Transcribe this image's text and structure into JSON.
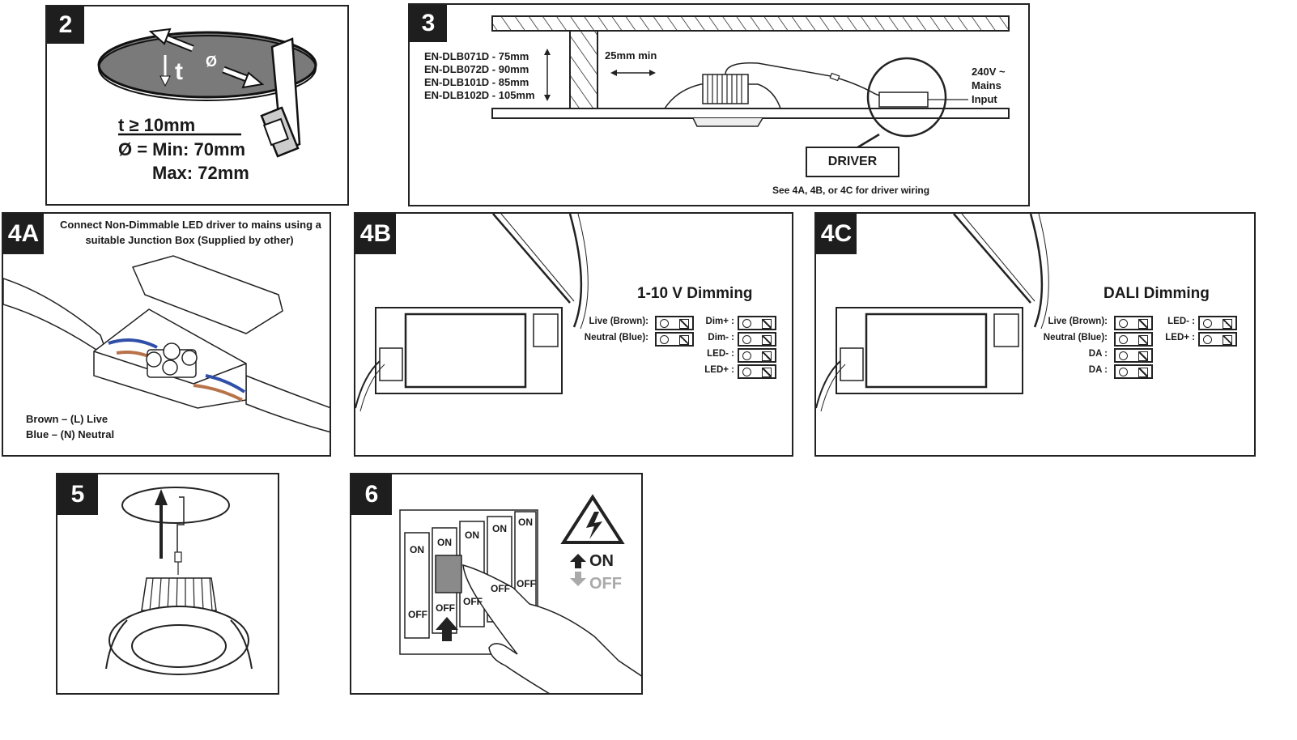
{
  "panel2": {
    "badge": "2",
    "t_symbol": "t",
    "dia_symbol": "Ø",
    "t_spec": "t ≥ 10mm",
    "dia_min": "Ø = Min: 70mm",
    "dia_max": "Max: 72mm"
  },
  "panel3": {
    "badge": "3",
    "models": [
      "EN-DLB071D - 75mm",
      "EN-DLB072D - 90mm",
      "EN-DLB101D - 85mm",
      "EN-DLB102D - 105mm"
    ],
    "clearance": "25mm min",
    "mains_lines": [
      "240V ~",
      "Mains",
      "Input"
    ],
    "driver_label": "DRIVER",
    "note": "See 4A, 4B, or 4C for driver wiring"
  },
  "panel4a": {
    "badge": "4A",
    "heading_line1": "Connect Non-Dimmable LED driver to mains using a",
    "heading_line2": "suitable Junction Box (Supplied by other)",
    "brown_legend": "Brown – (L) Live",
    "blue_legend": "Blue – (N) Neutral",
    "colors": {
      "brown": "#b8734a",
      "blue": "#2f4fa8"
    }
  },
  "panel4b": {
    "badge": "4B",
    "title": "1-10 V Dimming",
    "left_terminals": [
      "Live (Brown):",
      "Neutral (Blue):"
    ],
    "right_terminals": [
      "Dim+ :",
      "Dim- :",
      "LED- :",
      "LED+ :"
    ]
  },
  "panel4c": {
    "badge": "4C",
    "title": "DALI Dimming",
    "left_terminals": [
      "Live (Brown):",
      "Neutral (Blue):",
      "DA :",
      "DA :"
    ],
    "right_terminals": [
      "LED- :",
      "LED+ :"
    ]
  },
  "panel5": {
    "badge": "5"
  },
  "panel6": {
    "badge": "6",
    "breaker_on": [
      "ON",
      "ON",
      "ON",
      "ON",
      "ON"
    ],
    "breaker_off": [
      "OFF",
      "OFF",
      "OFF",
      "OFF",
      "OFF"
    ],
    "legend_on": "ON",
    "legend_off": "OFF",
    "warning_icon": "electrical-hazard-icon"
  }
}
